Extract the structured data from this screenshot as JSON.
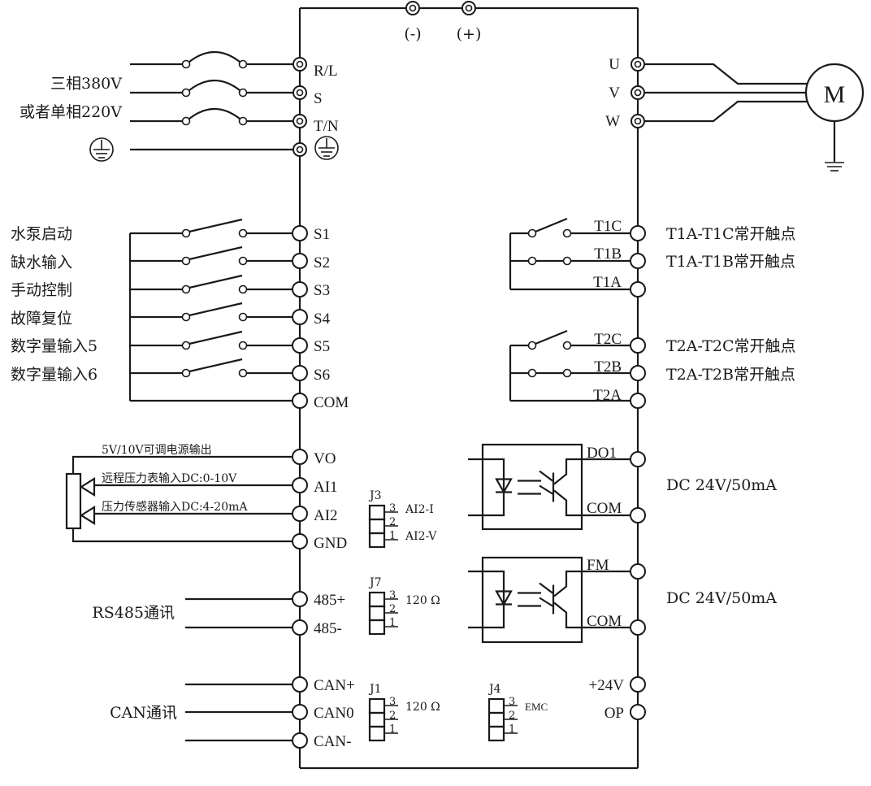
{
  "title": "变频器水泵控制接线图",
  "dc_bus": {
    "minus": "(-)",
    "plus": "(+)"
  },
  "power_input": {
    "label_line1": "三相380V",
    "label_line2": "或者单相220V",
    "terminals": [
      "R/L",
      "S",
      "T/N"
    ],
    "ground_icon": "protective-earth-icon"
  },
  "motor_output": {
    "terminals": [
      "U",
      "V",
      "W"
    ],
    "motor_label": "M",
    "ground_icon": "ground-icon"
  },
  "digital_inputs": {
    "items": [
      {
        "label": "水泵启动",
        "terminal": "S1"
      },
      {
        "label": "缺水输入",
        "terminal": "S2"
      },
      {
        "label": "手动控制",
        "terminal": "S3"
      },
      {
        "label": "故障复位",
        "terminal": "S4"
      },
      {
        "label": "数字量输入5",
        "terminal": "S5"
      },
      {
        "label": "数字量输入6",
        "terminal": "S6"
      }
    ],
    "common": "COM"
  },
  "relay_outputs": [
    {
      "terminals": [
        "T1C",
        "T1B",
        "T1A"
      ],
      "notes": [
        "T1A-T1C常开触点",
        "T1A-T1B常开触点"
      ]
    },
    {
      "terminals": [
        "T2C",
        "T2B",
        "T2A"
      ],
      "notes": [
        "T2A-T2C常开触点",
        "T2A-T2B常开触点"
      ]
    }
  ],
  "analog": {
    "terminals": [
      "VO",
      "AI1",
      "AI2",
      "GND"
    ],
    "wire_labels": [
      "5V/10V可调电源输出",
      "远程压力表输入DC:0-10V",
      "压力传感器输入DC:4-20mA"
    ]
  },
  "jumpers": [
    {
      "name": "J3",
      "pins": [
        "3",
        "2",
        "1"
      ],
      "note_top": "AI2-I",
      "note_bottom": "AI2-V"
    },
    {
      "name": "J7",
      "pins": [
        "3",
        "2",
        "1"
      ],
      "note_top": "120 Ω"
    },
    {
      "name": "J1",
      "pins": [
        "3",
        "2",
        "1"
      ],
      "note_top": "120 Ω"
    },
    {
      "name": "J4",
      "pins": [
        "3",
        "2",
        "1"
      ],
      "note_top": "EMC"
    }
  ],
  "optocoupler_outputs": [
    {
      "terminals": [
        "DO1",
        "COM"
      ],
      "rating": "DC 24V/50mA"
    },
    {
      "terminals": [
        "FM",
        "COM"
      ],
      "rating": "DC 24V/50mA"
    }
  ],
  "rs485": {
    "label": "RS485通讯",
    "terminals": [
      "485+",
      "485-"
    ]
  },
  "can": {
    "label": "CAN通讯",
    "terminals": [
      "CAN+",
      "CAN0",
      "CAN-"
    ]
  },
  "power_aux": {
    "terminals": [
      "+24V",
      "OP"
    ]
  }
}
